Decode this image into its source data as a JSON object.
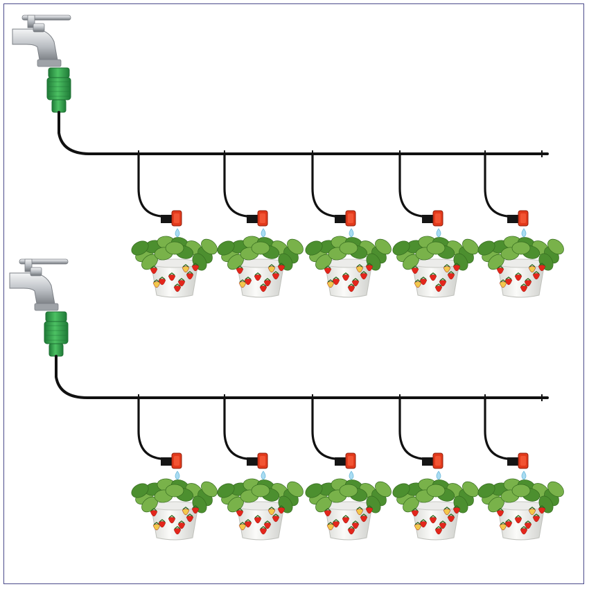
{
  "scene": {
    "description_visible_text": "",
    "systems": [
      {
        "id": "upper",
        "pots": 5
      },
      {
        "id": "lower",
        "pots": 5
      }
    ]
  },
  "colors": {
    "frame": "#4a4a8a",
    "tube": "#111111",
    "tap_metal": "#c9ccd0",
    "tap_shadow": "#7b7f85",
    "connector": "#2f9e4a",
    "connector_dark": "#1d6f33",
    "dripper": "#e23a1c",
    "pot": "#f1f1ee",
    "pot_shade": "#d5d6d2",
    "leaf": "#4c8f2f",
    "leaf_light": "#79b24a",
    "strawberry": "#e3261b",
    "strawberry_unripe": "#f2c84b",
    "water": "#a9dcf2"
  },
  "icons": {
    "tap": "water-tap-icon",
    "connector": "hose-connector-icon",
    "dripper": "dripper-icon",
    "plant": "strawberry-pot-icon"
  }
}
